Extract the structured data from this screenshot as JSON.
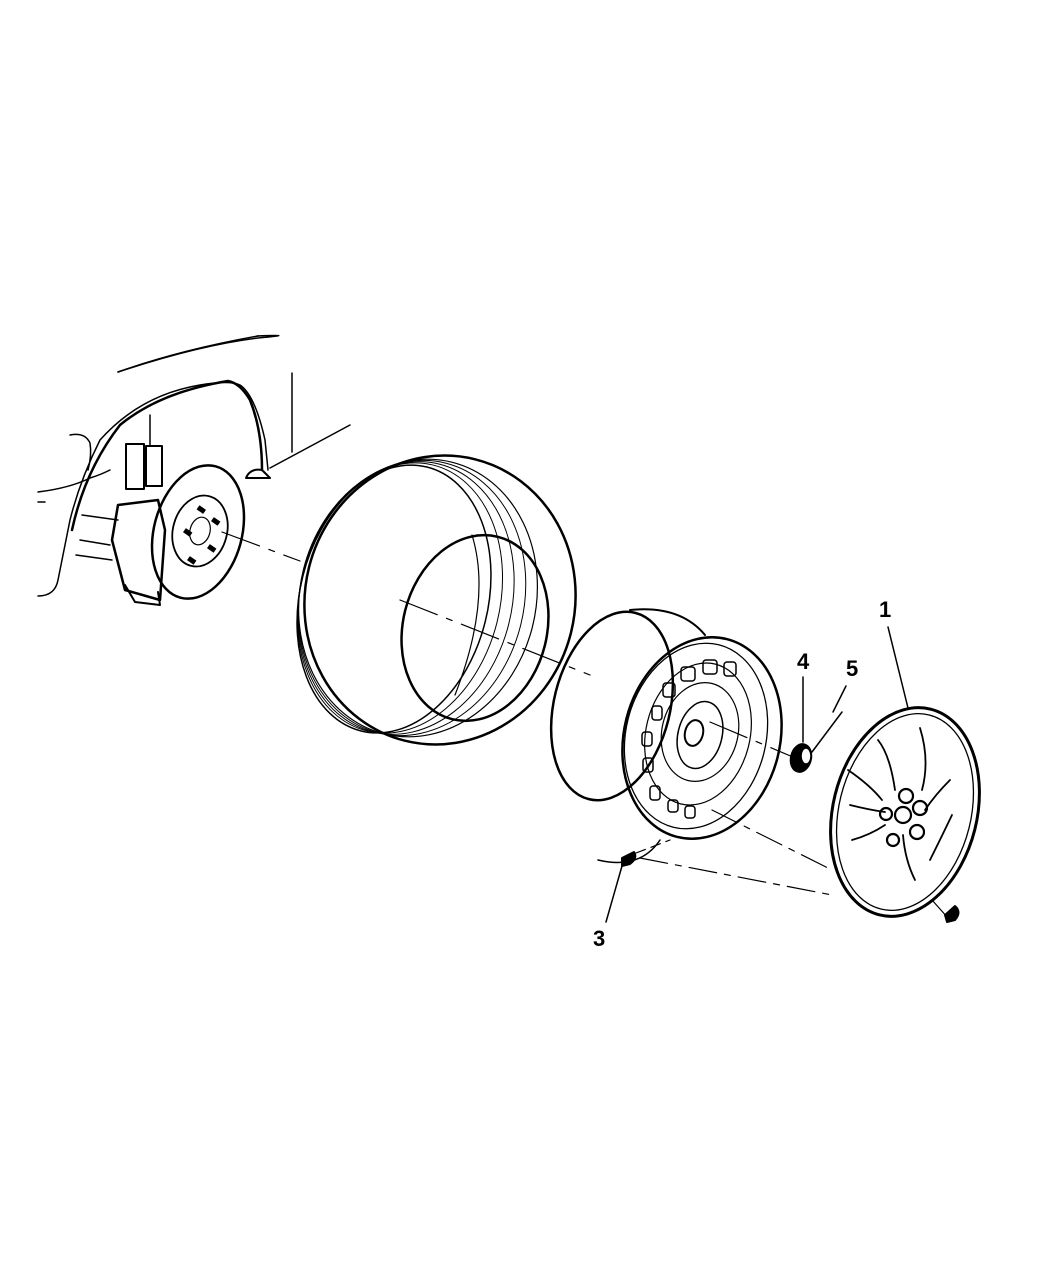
{
  "diagram": {
    "type": "exploded-parts-diagram",
    "subject": "wheel and tire assembly",
    "background": "#ffffff",
    "line_color": "#000000",
    "components": [
      {
        "id": "vehicle-body",
        "label": "vehicle fender / wheel well"
      },
      {
        "id": "brake-assembly",
        "label": "brake rotor, caliper and hub with wheel studs"
      },
      {
        "id": "tire",
        "label": "tire"
      },
      {
        "id": "steel-wheel",
        "label": "steel wheel"
      },
      {
        "id": "lug-nut",
        "label": "lug nut"
      },
      {
        "id": "valve-stem",
        "label": "valve stem"
      },
      {
        "id": "wheel-cover",
        "label": "wheel cover"
      }
    ],
    "callouts": [
      {
        "number": "1",
        "part": "wheel cover"
      },
      {
        "number": "3",
        "part": "valve stem"
      },
      {
        "number": "4",
        "part": "lug nut"
      },
      {
        "number": "5",
        "part": "lug nut cap"
      }
    ]
  }
}
